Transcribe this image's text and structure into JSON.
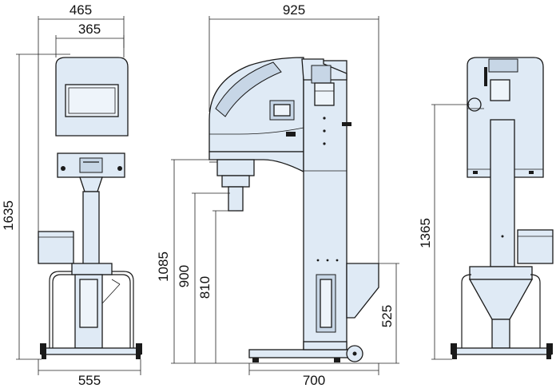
{
  "dimensions": {
    "front_total_width": "465",
    "front_upper_width": "365",
    "front_total_height": "1635",
    "front_base_width": "555",
    "side_total_width": "925",
    "side_height_1085": "1085",
    "side_height_900": "900",
    "side_height_810": "810",
    "side_height_525": "525",
    "side_base_length": "700",
    "rear_height": "1365"
  },
  "colors": {
    "machine_fill": "#dfeaf5",
    "outline": "#1a1a1a",
    "background": "#ffffff"
  }
}
